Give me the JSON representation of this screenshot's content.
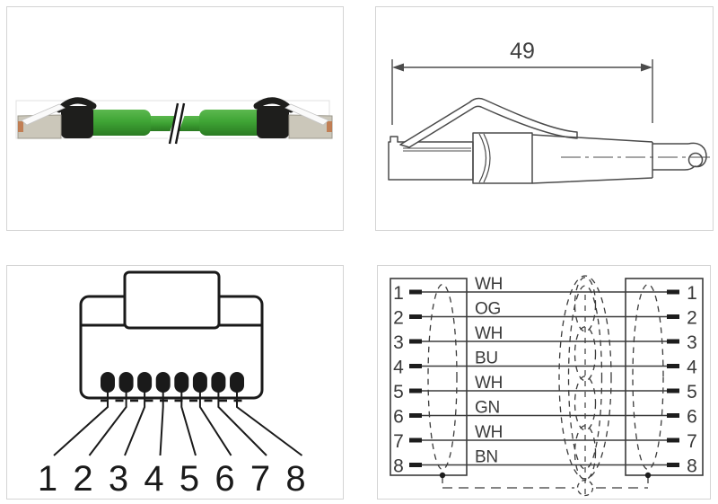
{
  "panels": {
    "photo": {
      "name": "ethernet-cable-product-photo",
      "cable_color": "#3fa535",
      "boot_color": "#1e1e1c",
      "connector_color": "#cbc7ba",
      "latch_color": "#fafafa"
    },
    "dimension": {
      "length_label": "49",
      "line_color": "#4b4b4b"
    },
    "pinout": {
      "description": "rj45-plug-face-pinout",
      "pins": [
        "1",
        "2",
        "3",
        "4",
        "5",
        "6",
        "7",
        "8"
      ],
      "line_color": "#1a1a1a"
    },
    "wiring": {
      "description": "core-wiring-diagram",
      "left_pins": [
        "1",
        "2",
        "3",
        "4",
        "5",
        "6",
        "7",
        "8"
      ],
      "right_pins": [
        "1",
        "2",
        "3",
        "4",
        "5",
        "6",
        "7",
        "8"
      ],
      "wire_labels": [
        "WH",
        "OG",
        "WH",
        "BU",
        "WH",
        "GN",
        "WH",
        "BN"
      ],
      "line_color": "#3b3b3b"
    },
    "border_color": "#d4d4d4"
  }
}
